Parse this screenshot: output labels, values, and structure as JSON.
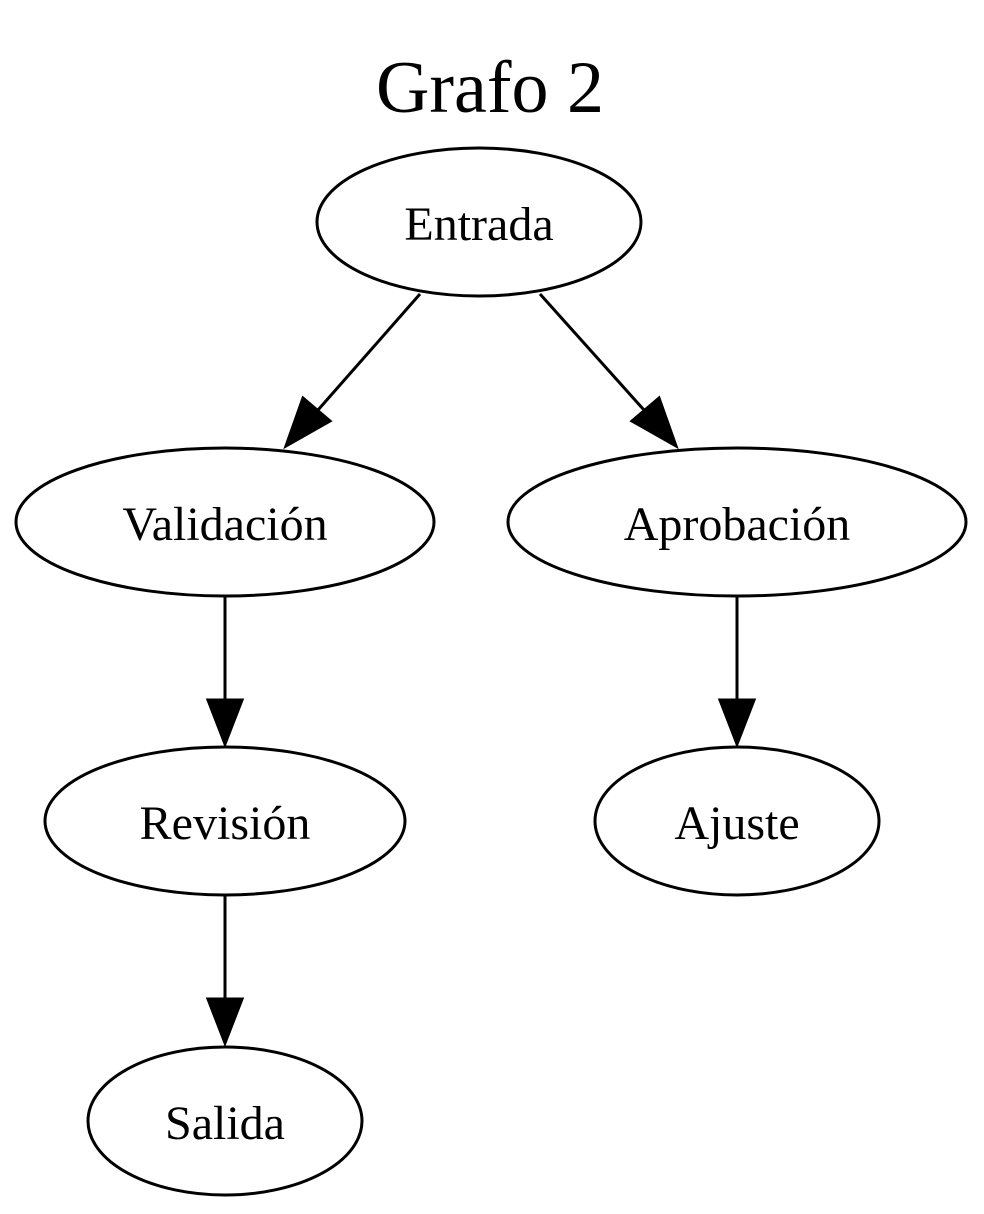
{
  "graph": {
    "title": "Grafo 2",
    "colors": {
      "stroke": "#000000",
      "fill": "#ffffff",
      "text": "#000000"
    },
    "nodes": {
      "entrada": {
        "label": "Entrada"
      },
      "validacion": {
        "label": "Validación"
      },
      "aprobacion": {
        "label": "Aprobación"
      },
      "revision": {
        "label": "Revisión"
      },
      "ajuste": {
        "label": "Ajuste"
      },
      "salida": {
        "label": "Salida"
      }
    },
    "edges": [
      {
        "from": "Entrada",
        "to": "Validación"
      },
      {
        "from": "Entrada",
        "to": "Aprobación"
      },
      {
        "from": "Validación",
        "to": "Revisión"
      },
      {
        "from": "Aprobación",
        "to": "Ajuste"
      },
      {
        "from": "Revisión",
        "to": "Salida"
      }
    ]
  }
}
